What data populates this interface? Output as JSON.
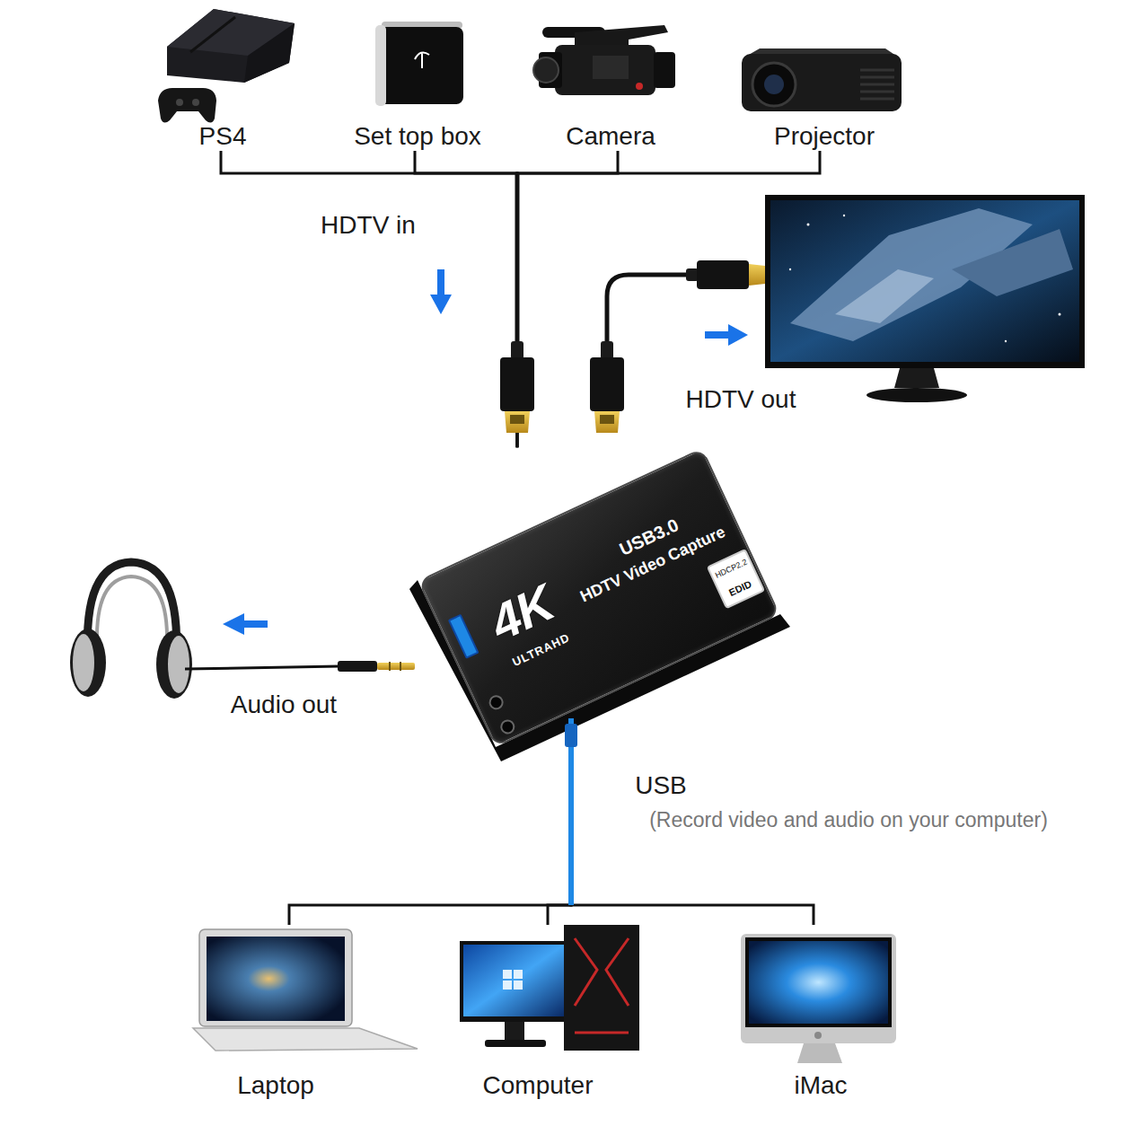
{
  "diagram": {
    "nodes": [
      {
        "text": [
          "PS4"
        ]
      },
      {
        "text": [
          "Set top box"
        ]
      },
      {
        "text": [
          "Camera"
        ]
      },
      {
        "text": [
          "Projector"
        ]
      },
      {
        "text": [
          "USB3.0",
          "HDTV Video Capture",
          "4K",
          "ULTRAHD",
          "HDCP2.2",
          "EDID"
        ]
      },
      {
        "text": [
          "Laptop"
        ]
      },
      {
        "text": [
          "Computer"
        ]
      },
      {
        "text": [
          "iMac"
        ]
      }
    ],
    "edges": [
      {
        "from": 0,
        "to": 4,
        "arrow": "none"
      },
      {
        "from": 1,
        "to": 4,
        "arrow": "none"
      },
      {
        "from": 2,
        "to": 4,
        "arrow": "none"
      },
      {
        "from": 3,
        "to": 4,
        "arrow": "none"
      },
      {
        "from": 4,
        "to": 5,
        "arrow": "none"
      },
      {
        "from": 4,
        "to": 6,
        "arrow": "none"
      },
      {
        "from": 4,
        "to": 7,
        "arrow": "none"
      }
    ],
    "labels": [
      "HDTV in",
      "HDTV out",
      "Audio out",
      "USB",
      "(Record video and audio on your computer)"
    ]
  }
}
